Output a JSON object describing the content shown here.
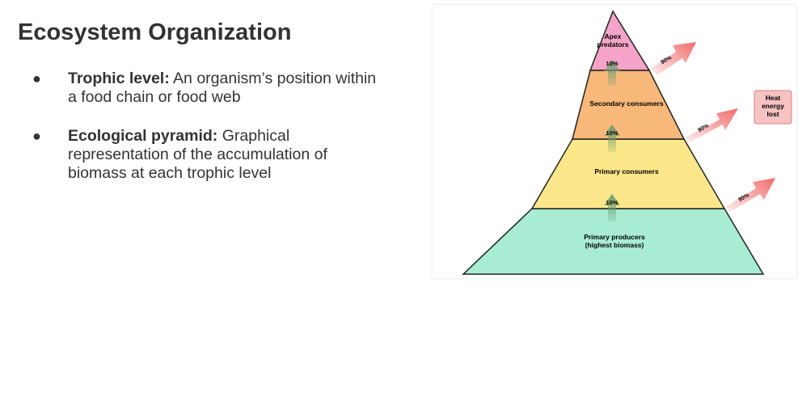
{
  "slide": {
    "title": "Ecosystem Organization",
    "bullets": [
      {
        "term": "Trophic level:",
        "text": " An organism’s position within a food chain or food web"
      },
      {
        "term": "Ecological pyramid:",
        "text": " Graphical representation of the accumulation of biomass at each trophic level"
      }
    ]
  },
  "pyramid": {
    "levels": [
      {
        "line1": "Apex",
        "line2": "predators",
        "color": "#f5a3c8"
      },
      {
        "line1": "Secondary consumers",
        "line2": "",
        "color": "#f7b87a"
      },
      {
        "line1": "Primary consumers",
        "line2": "",
        "color": "#fbe78a"
      },
      {
        "line1": "Primary producers",
        "line2": "(highest biomass)",
        "color": "#a7ecd3"
      }
    ],
    "transfer_label": "10%",
    "loss_label": "90%",
    "heat_box": {
      "line1": "Heat",
      "line2": "energy",
      "line3": "lost"
    },
    "colors": {
      "up_arrow": "#6b9e70",
      "heat_arrow": "#f26b6b",
      "heat_box_fill": "#f7c2c2"
    }
  }
}
